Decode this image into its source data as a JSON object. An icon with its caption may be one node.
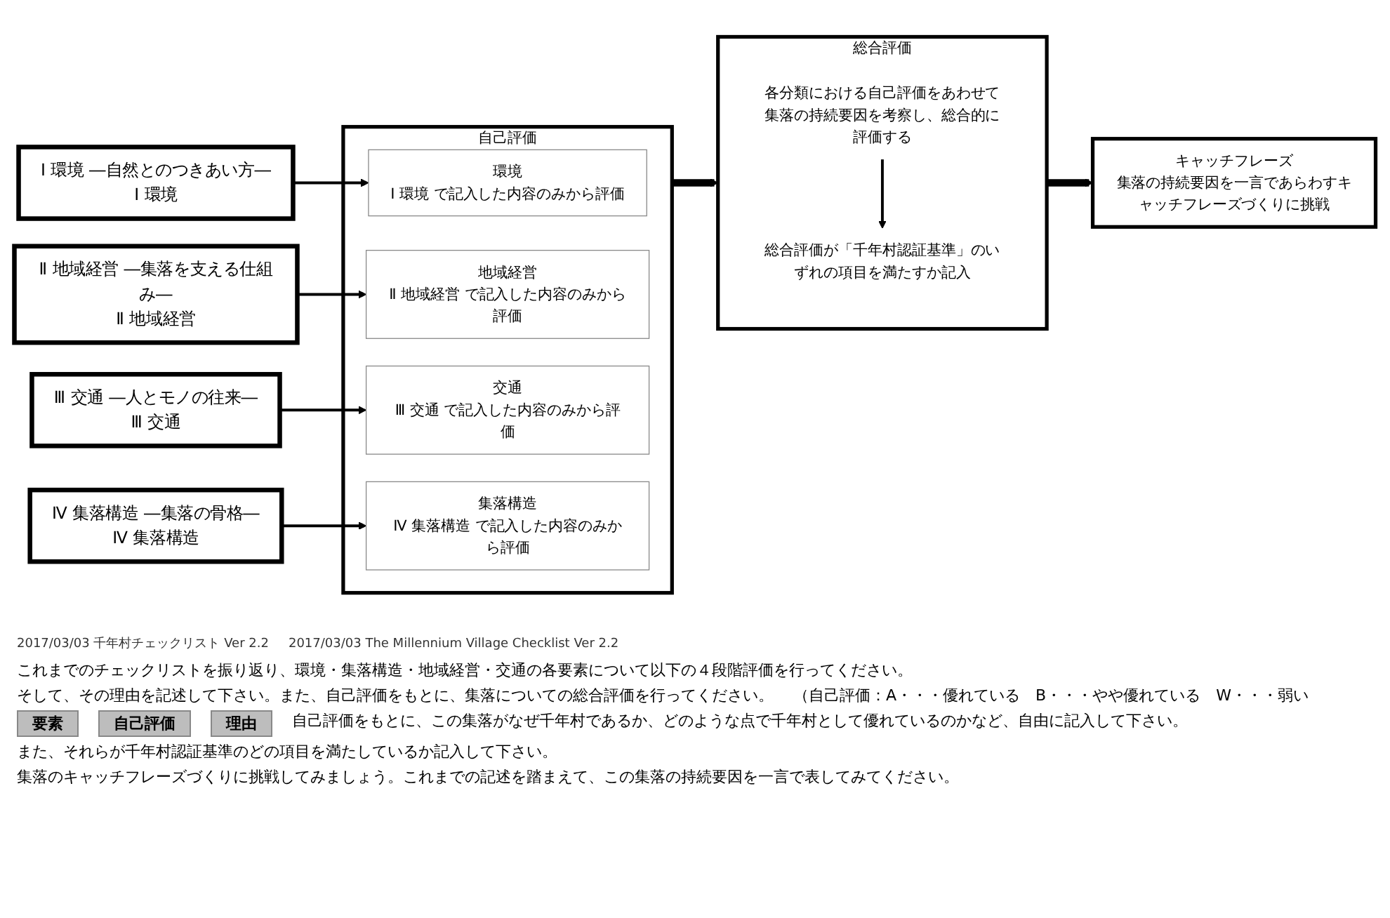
{
  "diagram": {
    "nodes": [
      {
        "text": [
          "Ⅰ 環境 ―自然とのつきあい方―",
          "Ⅰ 環境"
        ]
      },
      {
        "text": [
          "Ⅱ 地域経営 ―集落を支える仕組み―",
          "Ⅱ 地域経営"
        ]
      },
      {
        "text": [
          "Ⅲ 交通 ―人とモノの往来―",
          "Ⅲ 交通"
        ]
      },
      {
        "text": [
          "Ⅳ 集落構造 ―集落の骨格―",
          "Ⅳ 集落構造"
        ]
      },
      {
        "text": [
          "自己評価"
        ]
      },
      {
        "text": [
          "環境",
          "Ⅰ 環境 で記入した内容のみから評価"
        ],
        "in": 4
      },
      {
        "text": [
          "地域経営",
          "Ⅱ 地域経営 で記入した内容のみから評価"
        ],
        "in": 4
      },
      {
        "text": [
          "交通",
          "Ⅲ 交通 で記入した内容のみから評価"
        ],
        "in": 4
      },
      {
        "text": [
          "集落構造",
          "Ⅳ 集落構造 で記入した内容のみから評価"
        ],
        "in": 4
      },
      {
        "text": [
          "総合評価"
        ]
      },
      {
        "text": [
          "各分類における自己評価をあわせて集落の持続要因を考察し、総合的に評価する"
        ],
        "in": 9
      },
      {
        "text": [
          "総合評価が「千年村認証基準」のいずれの項目を満たすか記入"
        ],
        "in": 9
      },
      {
        "text": [
          "キャッチフレーズ",
          "集落の持続要因を一言であらわすキャッチフレーズづくりに挑戦"
        ]
      }
    ],
    "edges": [
      {
        "from": 0,
        "to": 5,
        "arrow": "to"
      },
      {
        "from": 1,
        "to": 6,
        "arrow": "to"
      },
      {
        "from": 2,
        "to": 7,
        "arrow": "to"
      },
      {
        "from": 3,
        "to": 8,
        "arrow": "to"
      },
      {
        "from": 4,
        "to": 9,
        "arrow": "to",
        "style": "thick"
      },
      {
        "from": 10,
        "to": 11,
        "arrow": "to"
      },
      {
        "from": 9,
        "to": 12,
        "arrow": "to",
        "style": "thick"
      }
    ],
    "labels": [
      "2017/03/03 千年村チェックリスト Ver 2.2",
      "2017/03/03 The Millennium Village Checklist Ver 2.2",
      "これまでのチェックリストを振り返り、環境・集落構造・地域経営・交通の各要素について以下の４段階評価を行ってください。",
      "そして、その理由を記述して下さい。また、自己評価をもとに、集落についての総合評価を行ってください。",
      "（自己評価：A・・・優れている　B・・・やや優れている　W・・・弱い",
      "要素",
      "自己評価",
      "理由",
      "自己評価をもとに、この集落がなぜ千年村であるか、どのような点で千年村として優れているのかなど、自由に記入して下さい。",
      "また、それらが千年村認証基準のどの項目を満たしているか記入して下さい。",
      "集落のキャッチフレーズづくりに挑戦してみましょう。これまでの記述を踏まえて、この集落の持続要因を一言で表してみてください。"
    ]
  }
}
